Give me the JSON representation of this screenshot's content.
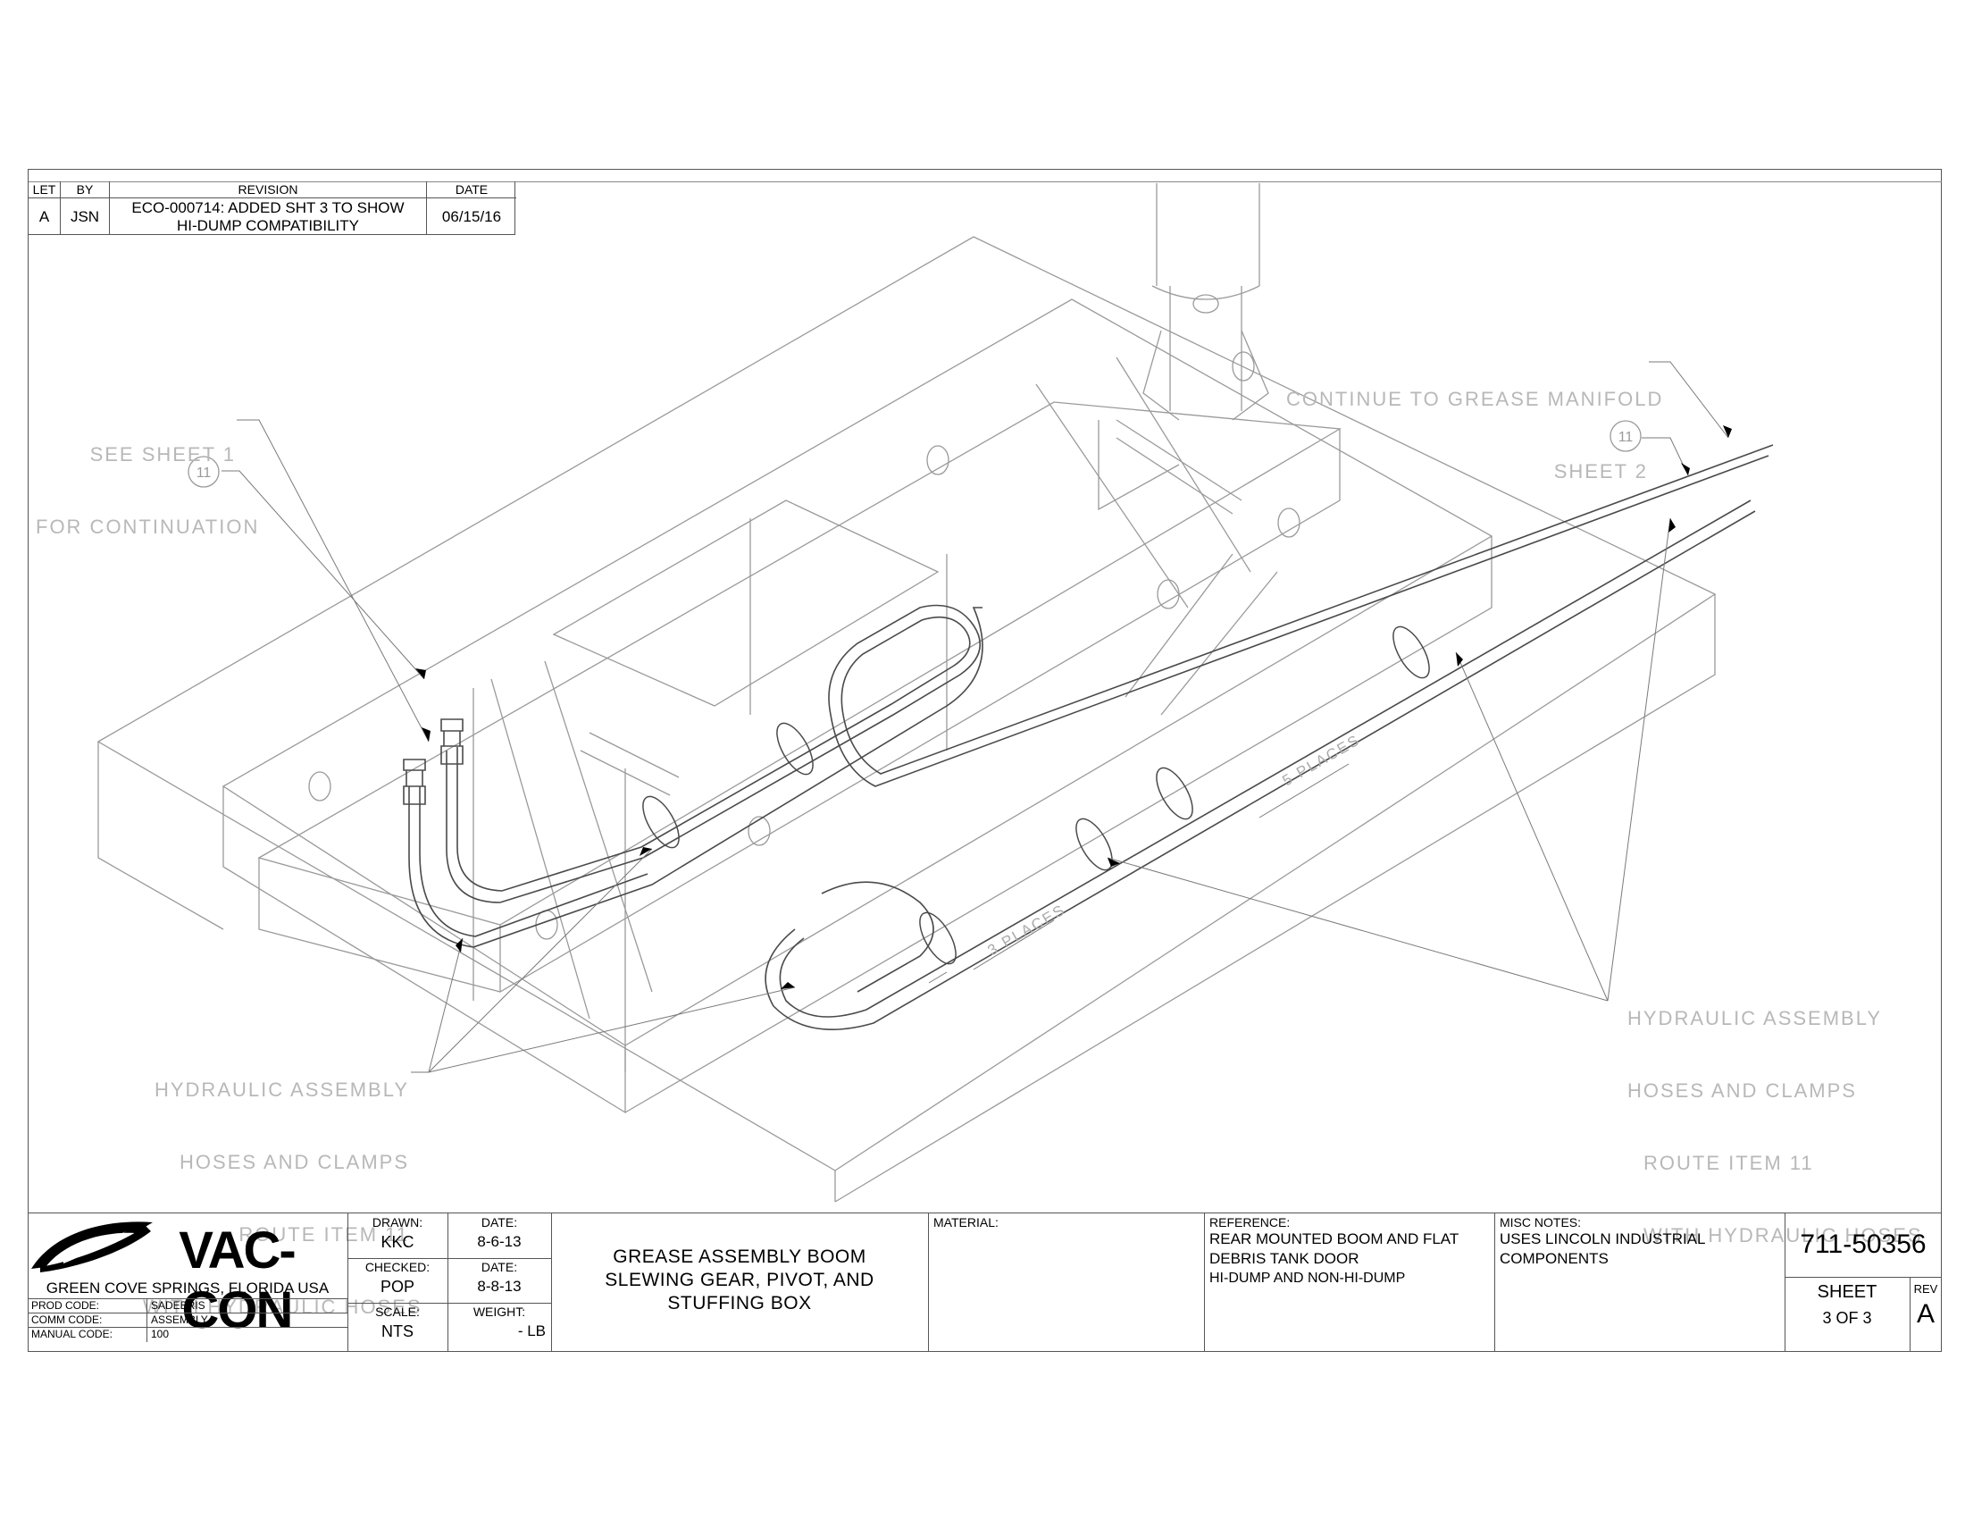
{
  "revision_table": {
    "headers": {
      "let": "LET",
      "by": "BY",
      "revision": "REVISION",
      "date": "DATE"
    },
    "row": {
      "let": "A",
      "by": "JSN",
      "revision_line1": "ECO-000714: ADDED SHT 3 TO SHOW",
      "revision_line2": "HI-DUMP COMPATIBILITY",
      "date": "06/15/16"
    }
  },
  "annotations": {
    "see_sheet_line1": "SEE SHEET 1",
    "see_sheet_line2": "FOR CONTINUATION",
    "continue_line1": "CONTINUE TO GREASE MANIFOLD",
    "continue_line2": "SHEET 2",
    "item_balloon_left": "11",
    "item_balloon_right": "11",
    "left_note_line1": "HYDRAULIC ASSEMBLY",
    "left_note_line2": "HOSES AND CLAMPS",
    "left_note_line3": "ROUTE ITEM 11",
    "left_note_line4": "WITH HYDRAULIC HOSES",
    "right_note_line1": "HYDRAULIC ASSEMBLY",
    "right_note_line2": "HOSES AND CLAMPS",
    "right_note_line3": "ROUTE ITEM 11",
    "right_note_line4": "WITH HYDRAULIC HOSES",
    "five_places": "5 PLACES",
    "three_places": "3 PLACES"
  },
  "title_block": {
    "logo_text": "VAC-CON",
    "location": "GREEN COVE SPRINGS, FLORIDA USA",
    "prod_code_label": "PROD CODE:",
    "prod_code": "SADEBRIS",
    "comm_code_label": "COMM CODE:",
    "comm_code": "ASSEMBLY",
    "manual_code_label": "MANUAL CODE:",
    "manual_code": "100",
    "drawn_label": "DRAWN:",
    "drawn": "KKC",
    "date1_label": "DATE:",
    "date1": "8-6-13",
    "checked_label": "CHECKED:",
    "checked": "POP",
    "date2_label": "DATE:",
    "date2": "8-8-13",
    "scale_label": "SCALE:",
    "scale": "NTS",
    "weight_label": "WEIGHT:",
    "weight": "- LB",
    "title_line1": "GREASE ASSEMBLY BOOM",
    "title_line2": "SLEWING GEAR, PIVOT, AND",
    "title_line3": "STUFFING BOX",
    "material_label": "MATERIAL:",
    "reference_label": "REFERENCE:",
    "reference_line1": "REAR MOUNTED BOOM AND FLAT",
    "reference_line2": "DEBRIS TANK DOOR",
    "reference_line3": "HI-DUMP AND NON-HI-DUMP",
    "misc_label": "MISC NOTES:",
    "misc_line1": "USES LINCOLN INDUSTRIAL",
    "misc_line2": "COMPONENTS",
    "drawing_number": "711-50356",
    "sheet_label": "SHEET",
    "sheet_value": "3 OF 3",
    "rev_label": "REV",
    "rev_value": "A"
  }
}
